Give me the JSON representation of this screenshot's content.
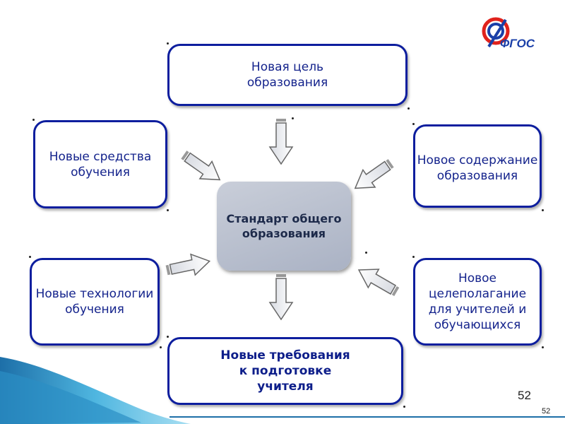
{
  "logo": {
    "text": "ФГОС"
  },
  "center": {
    "label": "Стандарт общего\nобразования"
  },
  "nodes": {
    "top": "Новая цель\nобразования",
    "left_top": "Новые средства\nобучения",
    "right_top": "Новое содержание\nобразования",
    "left_bottom": "Новые технологии\nобучения",
    "right_bottom": "Новое\nцелеполагание\nдля учителей и\nобучающихся",
    "bottom": "Новые требования\nк подготовке\nучителя"
  },
  "page_number": {
    "large": "52",
    "small": "52"
  },
  "colors": {
    "border": "#0d1e9e",
    "text": "#14238c",
    "center_fill": "#b8bfce",
    "arrow_outline": "#777777"
  }
}
